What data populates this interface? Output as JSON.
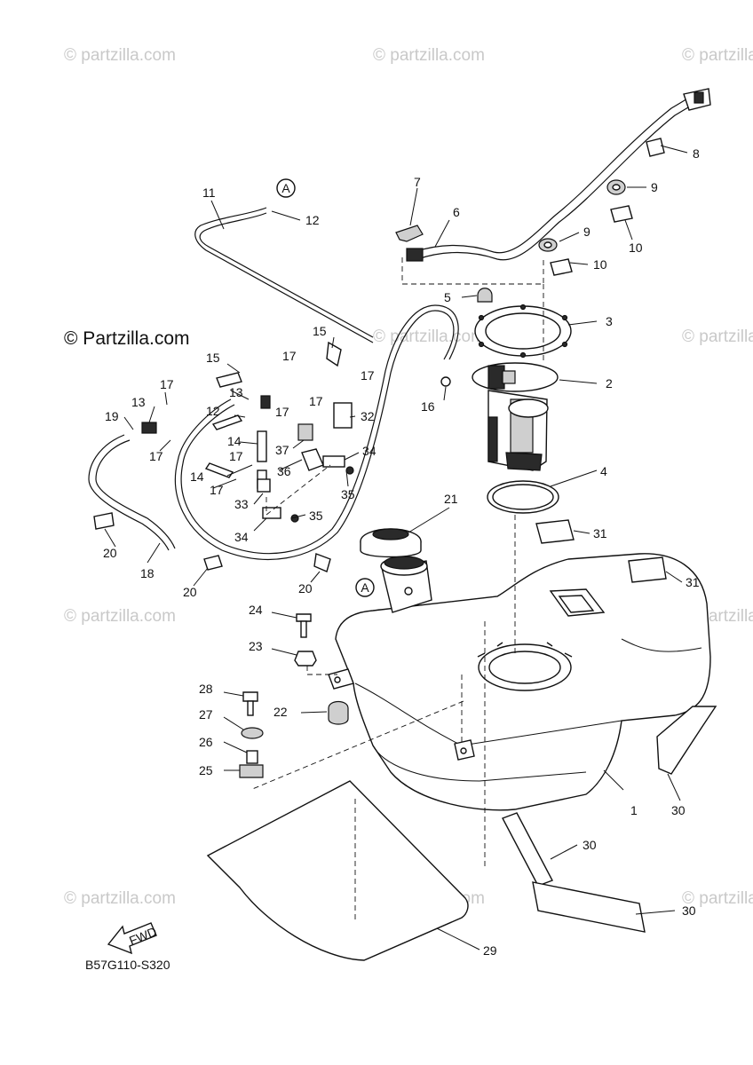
{
  "diagram": {
    "diagram_code": "B57G110-S320",
    "direction_label": "FWD",
    "reference_marker": "A",
    "watermark_text": "© Partzilla.com",
    "watermark_text_lower": "© partzilla.com",
    "callouts": {
      "n1": "1",
      "n2": "2",
      "n3": "3",
      "n4": "4",
      "n5": "5",
      "n6": "6",
      "n7": "7",
      "n8": "8",
      "n9a": "9",
      "n9b": "9",
      "n10a": "10",
      "n10b": "10",
      "n11": "11",
      "n12a": "12",
      "n12b": "12",
      "n13a": "13",
      "n13b": "13",
      "n14a": "14",
      "n14b": "14",
      "n15a": "15",
      "n15b": "15",
      "n16": "16",
      "n17a": "17",
      "n17b": "17",
      "n17c": "17",
      "n17d": "17",
      "n17e": "17",
      "n17f": "17",
      "n17g": "17",
      "n17h": "17",
      "n18": "18",
      "n19": "19",
      "n20a": "20",
      "n20b": "20",
      "n20c": "20",
      "n21": "21",
      "n22": "22",
      "n23": "23",
      "n24": "24",
      "n25": "25",
      "n26": "26",
      "n27": "27",
      "n28": "28",
      "n29": "29",
      "n30a": "30",
      "n30b": "30",
      "n30c": "30",
      "n31a": "31",
      "n31b": "31",
      "n32": "32",
      "n33": "33",
      "n34a": "34",
      "n34b": "34",
      "n35a": "35",
      "n35b": "35",
      "n36": "36",
      "n37": "37"
    }
  }
}
